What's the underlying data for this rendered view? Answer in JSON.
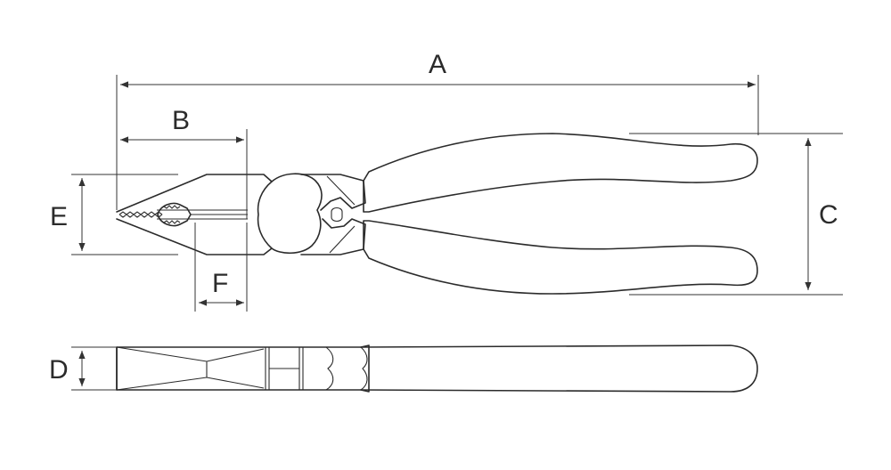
{
  "diagram": {
    "labels": {
      "A": "A",
      "B": "B",
      "C": "C",
      "D": "D",
      "E": "E",
      "F": "F"
    },
    "stroke_color": "#2b2b2b",
    "background_color": "#ffffff"
  }
}
